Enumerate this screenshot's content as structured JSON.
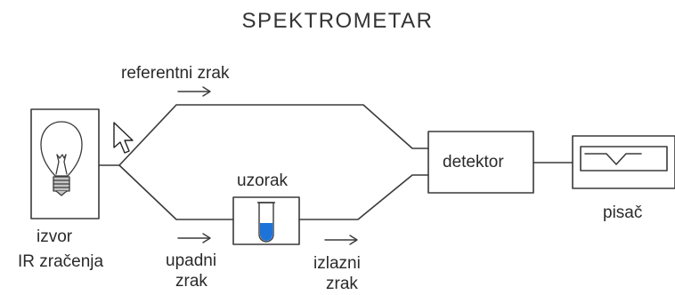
{
  "title": "SPEKTROMETAR",
  "labels": {
    "reference_beam": "referentni zrak",
    "sample": "uzorak",
    "detector": "detektor",
    "recorder": "pisač",
    "source_line1": "izvor",
    "source_line2": "IR zračenja",
    "incident_line1": "upadni",
    "incident_line2": "zrak",
    "exit_line1": "izlazni",
    "exit_line2": "zrak"
  },
  "icons": {
    "source": "light-bulb-icon",
    "sample": "test-tube-icon",
    "pointer": "mouse-cursor-icon",
    "recorder_trace": "signal-trace-icon"
  },
  "colors": {
    "line": "#3a3a3a",
    "sample_liquid": "#1e73d8",
    "background": "#ffffff"
  }
}
